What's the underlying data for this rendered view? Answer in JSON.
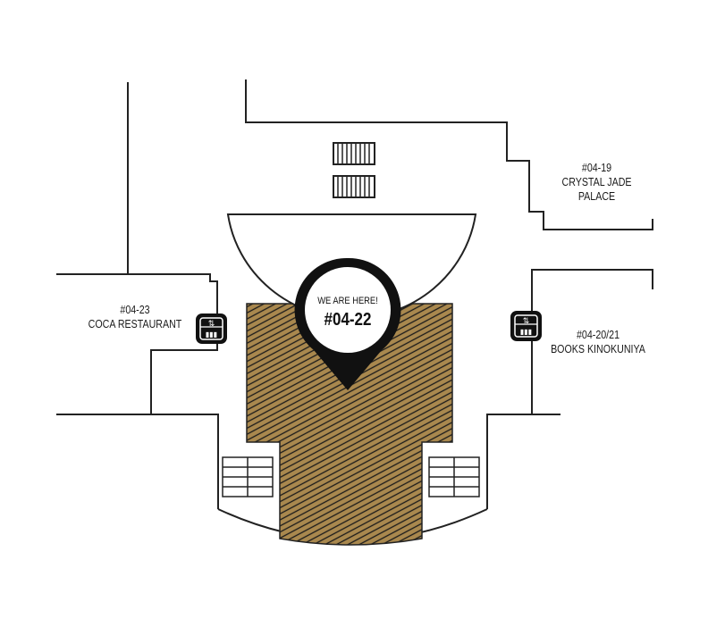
{
  "map": {
    "highlight_color": "#a9884e",
    "line_color": "#222222",
    "marker": {
      "caption": "WE ARE HERE!",
      "unit": "#04-22",
      "color": "#111111"
    },
    "units": [
      {
        "id": "0419",
        "number": "#04-19",
        "name_line1": "CRYSTAL JADE",
        "name_line2": "PALACE"
      },
      {
        "id": "0423",
        "number": "#04-23",
        "name_line1": "COCA RESTAURANT"
      },
      {
        "id": "0420",
        "number": "#04-20/21",
        "name_line1": "BOOKS KINOKUNIYA"
      }
    ],
    "icons": [
      "lift-icon-left",
      "lift-icon-right",
      "staircase-icon",
      "escalator-icon"
    ]
  }
}
